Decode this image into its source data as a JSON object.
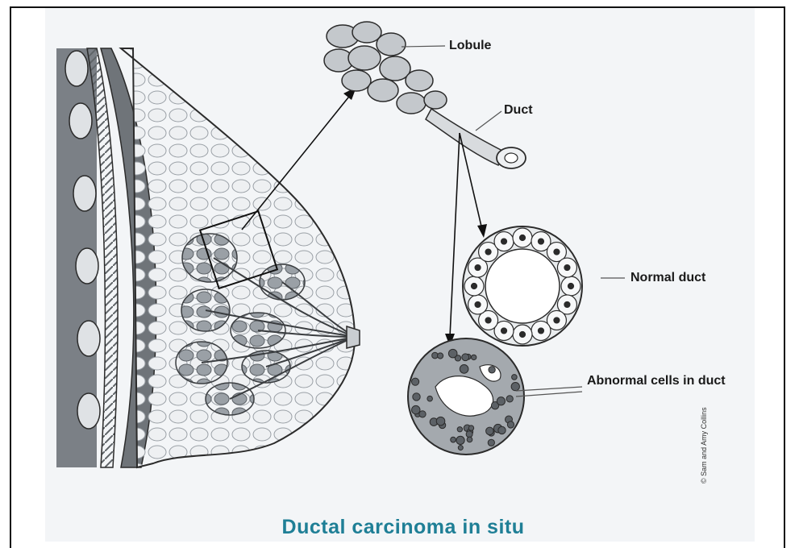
{
  "labels": {
    "lobule": "Lobule",
    "duct": "Duct",
    "normal_duct": "Normal duct",
    "abnormal_cells": "Abnormal cells in duct"
  },
  "title": "Ductal carcinoma in situ",
  "credit": "© Sam and Amy Collins",
  "colors": {
    "title": "#1f7f96",
    "tissue_light": "#e6e9ec",
    "tissue_dark": "#8a9096",
    "outline": "#2b2b2b"
  }
}
